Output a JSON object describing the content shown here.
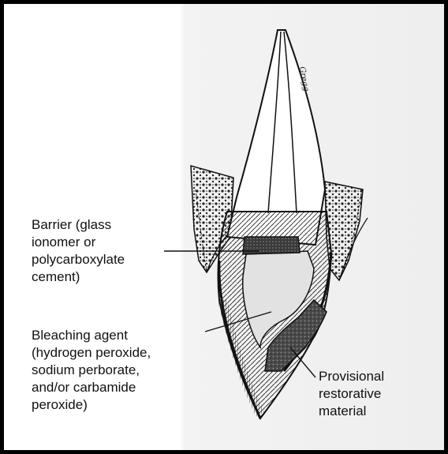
{
  "labels": {
    "barrier": "Barrier (glass\nionomer or\npolycarboxylate\ncement)",
    "bleaching": "Bleaching agent\n(hydrogen peroxide,\nsodium perborate,\nand/or carbamide\nperoxide)",
    "provisional": "Provisional\nrestorative\nmaterial",
    "signature": "Gregg"
  },
  "colors": {
    "ink": "#111111",
    "barrier": "#2a2a2a",
    "provisional": "#3a3a3a",
    "chamber": "#d8d8d8",
    "bone": "#e0e0e0"
  }
}
